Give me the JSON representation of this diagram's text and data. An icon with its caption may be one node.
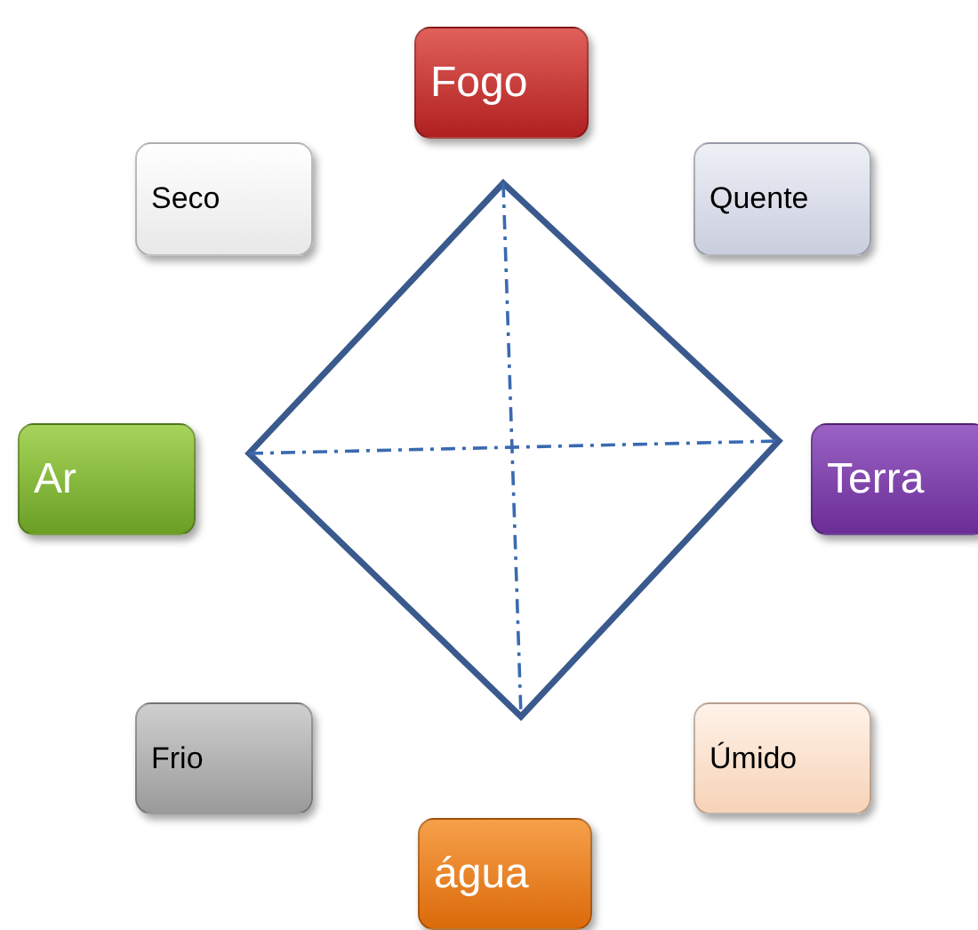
{
  "diagram": {
    "nodes": [
      {
        "text": [
          "Fogo"
        ]
      },
      {
        "text": [
          "Seco"
        ]
      },
      {
        "text": [
          "Quente"
        ]
      },
      {
        "text": [
          "Ar"
        ]
      },
      {
        "text": [
          "Terra"
        ]
      },
      {
        "text": [
          "Frio"
        ]
      },
      {
        "text": [
          "Úmido"
        ]
      },
      {
        "text": [
          "água"
        ]
      }
    ]
  }
}
